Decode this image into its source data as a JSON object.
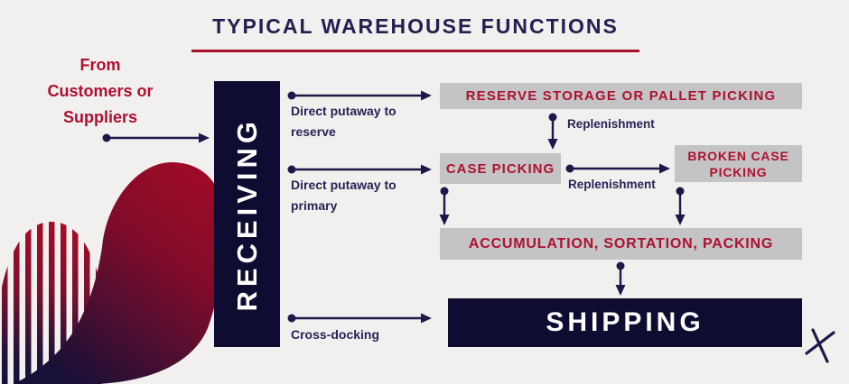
{
  "title": {
    "text": "TYPICAL WAREHOUSE FUNCTIONS"
  },
  "source": {
    "lines": [
      "From",
      "Customers or",
      "Suppliers"
    ]
  },
  "nodes": {
    "receiving": {
      "label": "RECEIVING"
    },
    "reserve": {
      "label": "RESERVE STORAGE OR PALLET PICKING"
    },
    "case_picking": {
      "label": "CASE PICKING"
    },
    "broken_case": {
      "label": "BROKEN CASE PICKING"
    },
    "accumulation": {
      "label": "ACCUMULATION, SORTATION, PACKING"
    },
    "shipping": {
      "label": "SHIPPING"
    }
  },
  "edges": {
    "direct_putaway_reserve": "Direct putaway to reserve",
    "direct_putaway_primary": "Direct putaway to primary",
    "cross_docking": "Cross-docking",
    "replenishment_reserve_to_case": "Replenishment",
    "replenishment_case_to_broken": "Replenishment"
  },
  "colors": {
    "background": "#f1f0ef",
    "navy": "#0e0c31",
    "arrow_navy": "#1d1849",
    "crimson_text": "#ad1130",
    "crimson_rule": "#a8112d",
    "gray_box": "#c4c3c5",
    "title_navy": "#232050"
  }
}
